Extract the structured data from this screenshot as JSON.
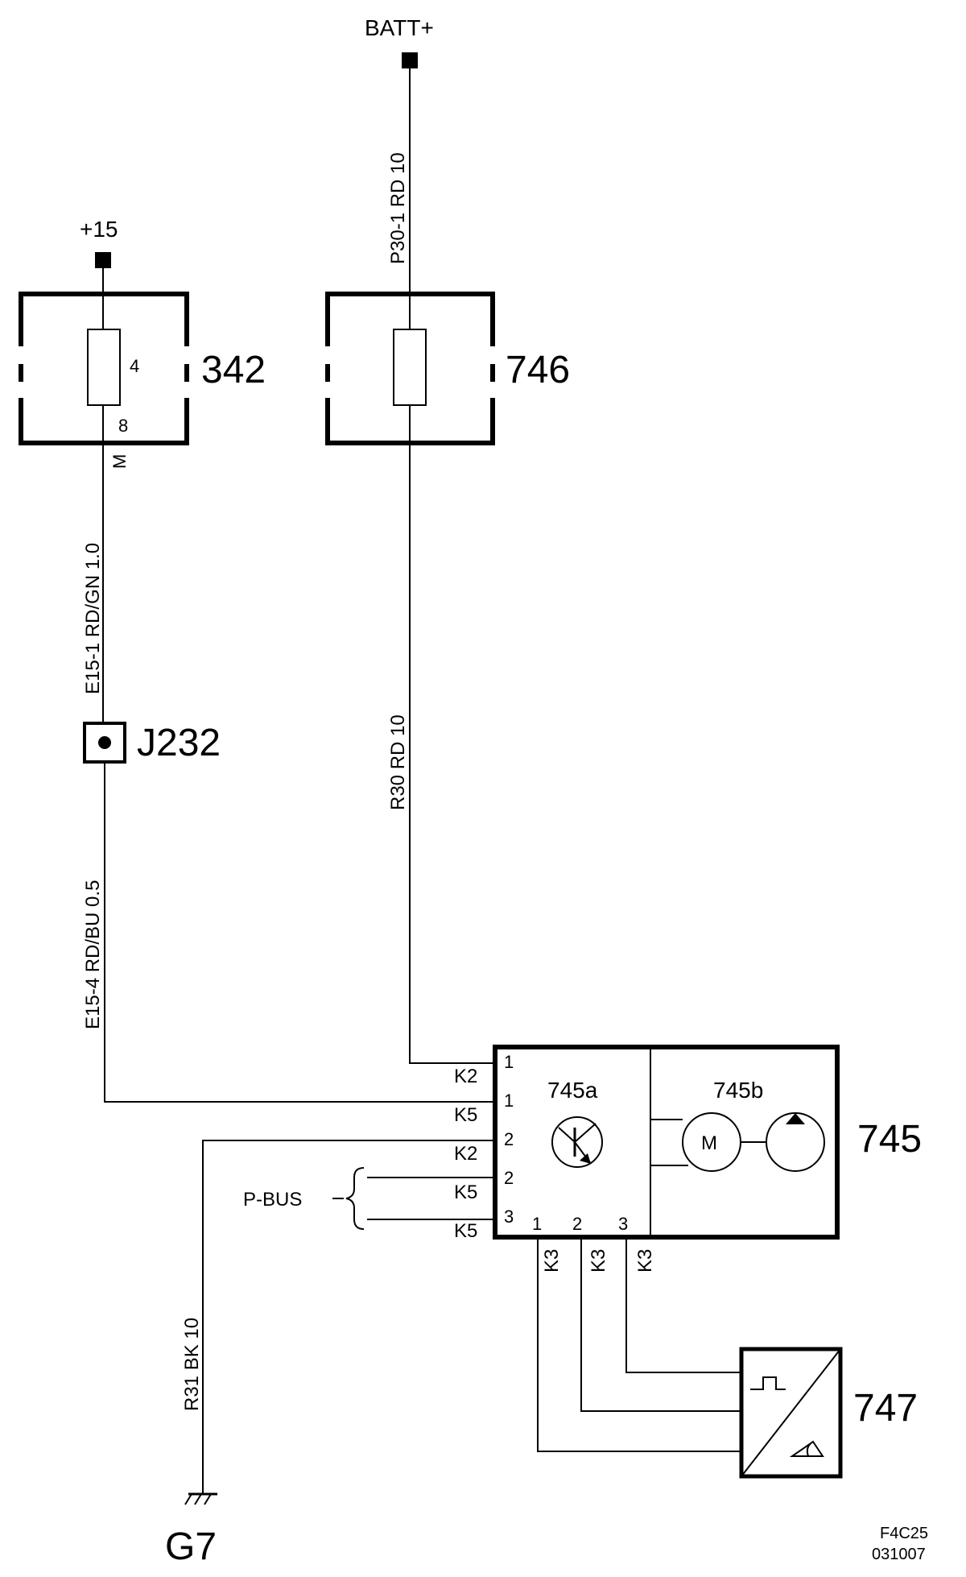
{
  "supply": {
    "batt": "BATT+",
    "ign": "+15"
  },
  "components": {
    "fuse_342": {
      "id": "342",
      "pin_in": "4",
      "pin_out": "8",
      "mark": "M"
    },
    "fuse_746": {
      "id": "746"
    },
    "junction": {
      "id": "J232"
    },
    "module": {
      "id": "745",
      "sub_a": "745a",
      "sub_b": "745b",
      "motor": "M"
    },
    "sensor": {
      "id": "747"
    },
    "ground": {
      "id": "G7"
    }
  },
  "wires": {
    "batt_feed": "P30-1  RD  10",
    "fuse746_out": "R30  RD  10",
    "fuse342_out": "E15-1  RD/GN  1.0",
    "junction_out": "E15-4  RD/BU  0.5",
    "ground_wire": "R31  BK  10"
  },
  "module_pins_left": [
    {
      "num": "1",
      "conn": "K2"
    },
    {
      "num": "1",
      "conn": "K5"
    },
    {
      "num": "2",
      "conn": "K2"
    },
    {
      "num": "2",
      "conn": "K5"
    },
    {
      "num": "3",
      "conn": "K5"
    }
  ],
  "module_pins_bottom": [
    {
      "num": "1",
      "conn": "K3"
    },
    {
      "num": "2",
      "conn": "K3"
    },
    {
      "num": "3",
      "conn": "K3"
    }
  ],
  "pbus_label": "P-BUS",
  "drawing_code": {
    "line1": "F4C25",
    "line2": "031007"
  }
}
